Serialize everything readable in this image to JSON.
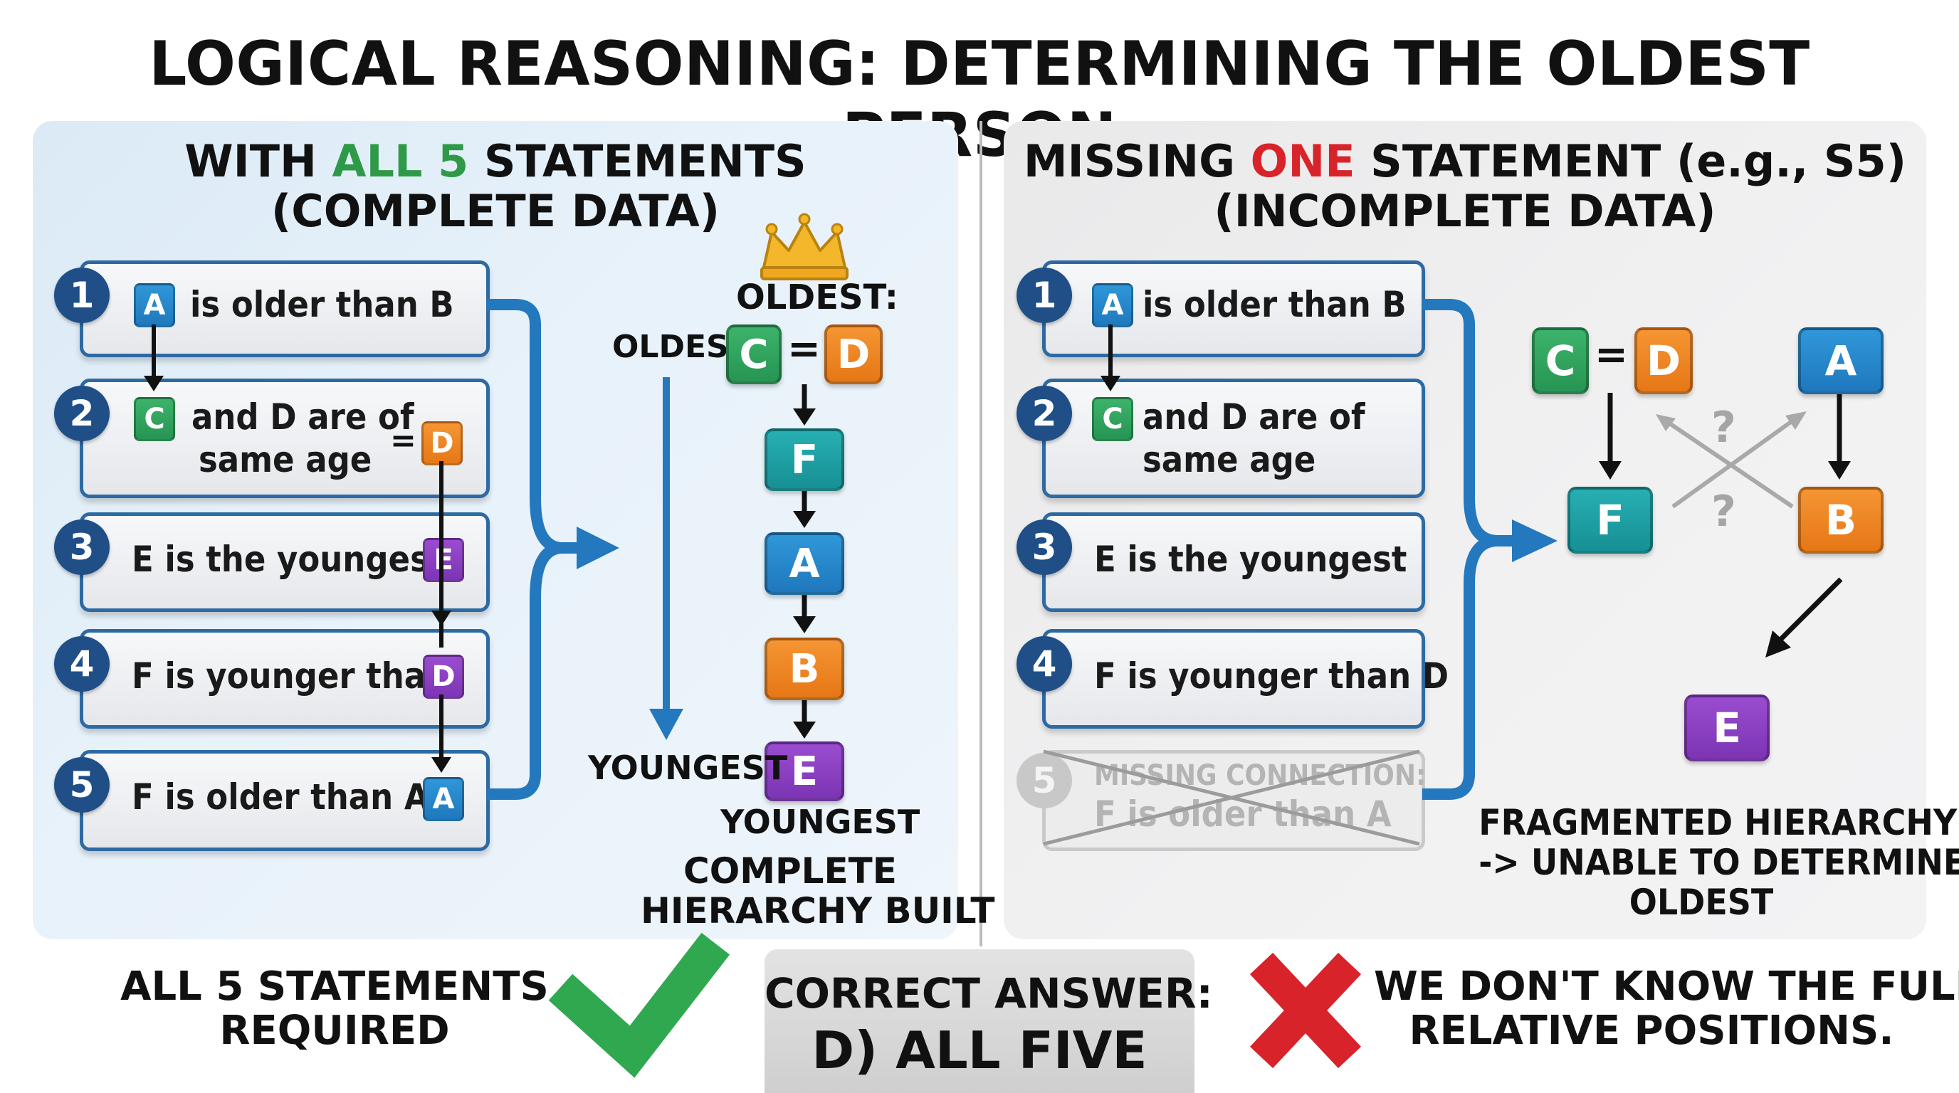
{
  "title": "LOGICAL REASONING: DETERMINING THE OLDEST PERSON",
  "left": {
    "heading_pre": "WITH ",
    "heading_highlight": "ALL 5",
    "heading_post": " STATEMENTS",
    "heading_line2": "(COMPLETE DATA)",
    "statements": [
      {
        "num": "1",
        "text": "is older than B",
        "tag": "A"
      },
      {
        "num": "2",
        "text_line1": "and D are of",
        "text_line2": "same age",
        "tag": "C",
        "tag2": "D",
        "eq": "="
      },
      {
        "num": "3",
        "text": "E is the youngest",
        "tag": "E"
      },
      {
        "num": "4",
        "text": "F is younger than",
        "tag": "D"
      },
      {
        "num": "5",
        "text": "F is older than A",
        "tag": "A"
      }
    ],
    "hierarchy": {
      "oldest_label": "OLDEST:",
      "oldest_side": "OLDEST",
      "youngest_side": "YOUNGEST",
      "youngest_label": "YOUNGEST",
      "top_left": "C",
      "eq": "=",
      "top_right": "D",
      "chain": [
        "F",
        "A",
        "B",
        "E"
      ],
      "caption_line1": "COMPLETE",
      "caption_line2": "HIERARCHY BUILT"
    }
  },
  "right": {
    "heading_pre": "MISSING ",
    "heading_highlight": "ONE",
    "heading_post": " STATEMENT (e.g., S5)",
    "heading_line2": "(INCOMPLETE DATA)",
    "statements": [
      {
        "num": "1",
        "text": "is older than B",
        "tag": "A"
      },
      {
        "num": "2",
        "text_line1": "and D are of",
        "text_line2": "same age",
        "tag": "C"
      },
      {
        "num": "3",
        "text": "E is the youngest"
      },
      {
        "num": "4",
        "text": "F is younger than D"
      },
      {
        "num": "5",
        "text_line1": "MISSING CONNECTION:",
        "text_line2": "F is older than A"
      }
    ],
    "fragments": {
      "c": "C",
      "eq": "=",
      "d": "D",
      "f": "F",
      "a": "A",
      "b": "B",
      "e": "E",
      "q1": "?",
      "q2": "?"
    },
    "caption": [
      "FRAGMENTED HIERARCHY",
      "-> UNABLE TO DETERMINE",
      "OLDEST"
    ]
  },
  "bottom": {
    "left_line1": "ALL 5 STATEMENTS",
    "left_line2": "REQUIRED",
    "answer_line1": "CORRECT ANSWER:",
    "answer_line2": "D) ALL FIVE",
    "right_line1": "WE DON'T KNOW THE FULL",
    "right_line2": "RELATIVE POSITIONS."
  },
  "colors": {
    "blue": "#1f78bd",
    "green": "#279553",
    "orange": "#e67716",
    "teal": "#169094",
    "purple": "#7c35b4",
    "navy": "#1f4f86",
    "check": "#2fa84f",
    "cross": "#d8232a"
  }
}
